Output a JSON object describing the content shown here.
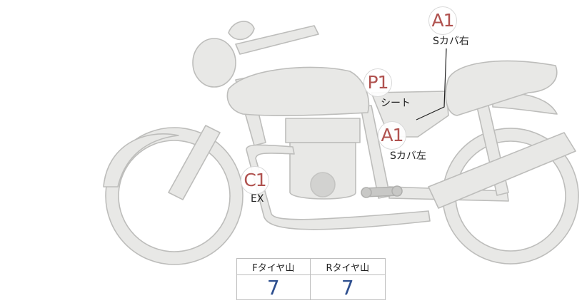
{
  "markers": {
    "a1_right": {
      "code": "A1",
      "label": "Sカバ右"
    },
    "p1_seat": {
      "code": "P1",
      "label": "シート"
    },
    "a1_left": {
      "code": "A1",
      "label": "Sカバ左"
    },
    "c1_exhaust": {
      "code": "C1",
      "label": "EX"
    }
  },
  "tires": {
    "headers": [
      "Fタイヤ山",
      "Rタイヤ山"
    ],
    "values": [
      "7",
      "7"
    ]
  },
  "colors": {
    "badge_text": "#b0524f",
    "tire_value": "#2e4f8f",
    "bike_fill": "#e8e8e6",
    "bike_stroke": "#bdbdbb"
  }
}
